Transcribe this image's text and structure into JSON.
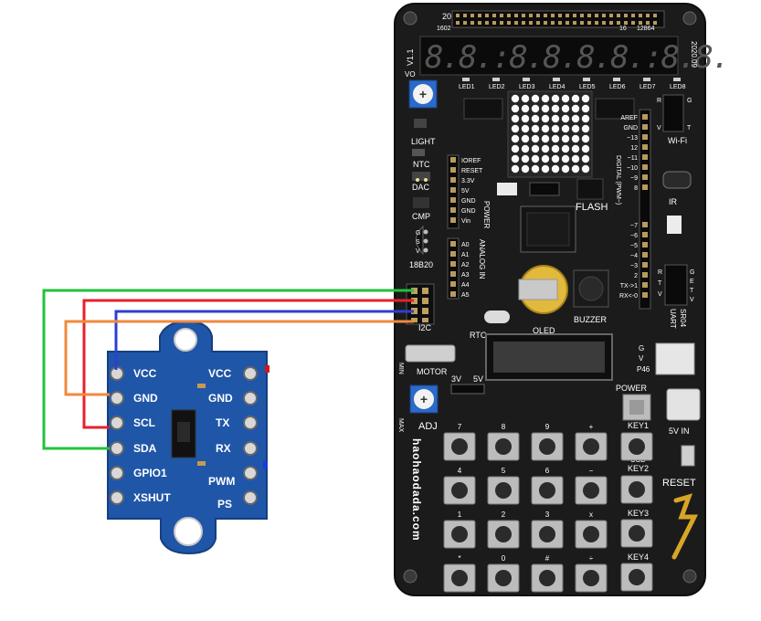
{
  "sensor": {
    "left_pins": [
      "VCC",
      "GND",
      "SCL",
      "SDA",
      "GPIO1",
      "XSHUT"
    ],
    "right_pins": [
      "VCC",
      "GND",
      "TX",
      "RX",
      "PWM",
      "PS"
    ]
  },
  "wires": [
    {
      "name": "green-wire",
      "color": "#22c23b"
    },
    {
      "name": "red-wire",
      "color": "#e8202a"
    },
    {
      "name": "blue-wire",
      "color": "#2d3fd0"
    },
    {
      "name": "orange-wire",
      "color": "#f08a3c"
    }
  ],
  "board": {
    "header_top_left": "20",
    "header_top_sub_left": "1602",
    "header_top_sub_mid": "16",
    "header_top_sub_right": "12864",
    "version": "V1.1",
    "vo": "VO",
    "year": "2020.09",
    "seg_text": "8.8.:8.8.8.8.:8.8.",
    "leds": [
      "LED1",
      "LED2",
      "LED3",
      "LED4",
      "LED5",
      "LED6",
      "LED7",
      "LED8"
    ],
    "left_labels": [
      "LIGHT",
      "NTC",
      "DAC",
      "CMP",
      "18B20",
      "I2C"
    ],
    "ds18b20_pins": [
      "G",
      "S",
      "V"
    ],
    "power_pins": [
      "IOREF",
      "RESET",
      "3.3V",
      "5V",
      "GND",
      "GND",
      "Vin"
    ],
    "power_label": "POWER",
    "analog_pins": [
      "A0",
      "A1",
      "A2",
      "A3",
      "A4",
      "A5"
    ],
    "analog_label": "ANALOG IN",
    "digital_top": [
      "AREF",
      "GND",
      "~13",
      "12",
      "~11",
      "~10",
      "~9",
      "8"
    ],
    "digital_bottom": [
      "~7",
      "~6",
      "~5",
      "~4",
      "~3",
      "2",
      "TX->1",
      "RX<-0"
    ],
    "digital_label": "DIGITAL (PWM~)",
    "flash": "FLASH",
    "buzzer": "BUZZER",
    "rtc": "RTC",
    "oled": "OLED",
    "motor": "MOTOR",
    "min": "MIN",
    "max": "MAX",
    "adj": "ADJ",
    "v3": "3V",
    "v5": "5V",
    "power_btn": "POWER",
    "usb": "USB",
    "v5in": "5V IN",
    "reset": "RESET",
    "key1": "KEY1",
    "key2": "KEY2",
    "key3": "KEY3",
    "key4": "KEY4",
    "wifi": "Wi-Fi",
    "ir": "IR",
    "uart": "UART",
    "sr04": "SR04",
    "wifi_pins": [
      "G",
      "R",
      "V",
      "T"
    ],
    "uart_pins": [
      "R",
      "T",
      "V"
    ],
    "sr04_pins": [
      "G",
      "E",
      "T",
      "V"
    ],
    "p46_pins": [
      "G",
      "V",
      "P46"
    ],
    "website": "haohaodada.com",
    "keypad": [
      "7",
      "8",
      "9",
      "+",
      "4",
      "5",
      "6",
      "−",
      "1",
      "2",
      "3",
      "x",
      "*",
      "0",
      "#",
      "÷"
    ]
  }
}
